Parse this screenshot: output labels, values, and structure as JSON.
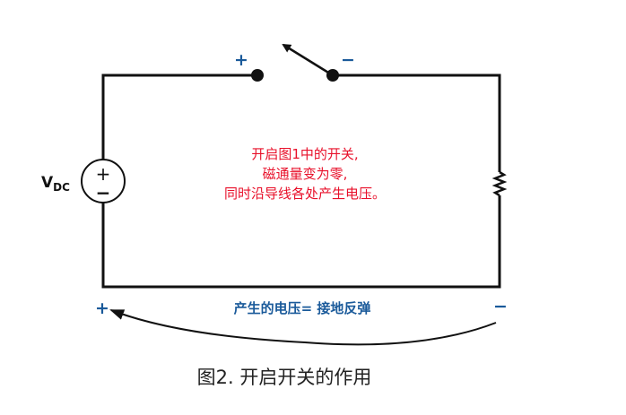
{
  "labels": {
    "source_name": "V",
    "source_subscript": "DC",
    "source_plus": "+",
    "source_minus": "−",
    "switch_plus": "+",
    "switch_minus": "−",
    "ground_plus": "+",
    "ground_minus": "−"
  },
  "annotation_lines": [
    "开启图1中的开关,",
    "磁通量变为零,",
    "同时沿导线各处产生电压。"
  ],
  "bounce_label": "产生的电压= 接地反弹",
  "caption": "图2. 开启开关的作用",
  "colors": {
    "wire": "#111111",
    "annotation": "#e8102a",
    "label": "#1a5a9a"
  }
}
